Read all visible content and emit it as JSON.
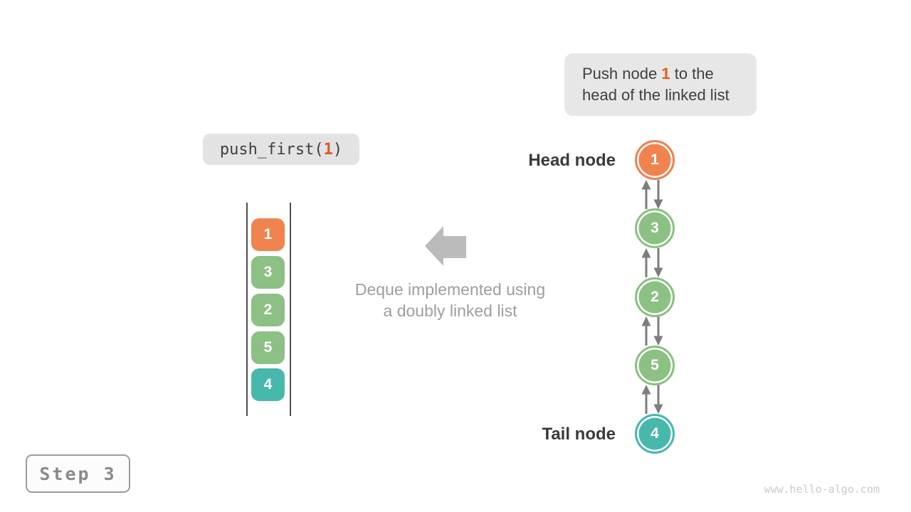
{
  "palette": {
    "orange": "#F0834E",
    "green": "#8CC084",
    "teal": "#49B8AC",
    "highlight_orange": "#E8571E",
    "arrow_gray": "#7D7D7D",
    "big_arrow_gray": "#BBBBBB"
  },
  "callout": {
    "line1_before": "Push node",
    "line1_num": "1",
    "line1_after": "to the",
    "line2": "head of the linked list"
  },
  "code": {
    "before": "push_first(",
    "arg": "1",
    "after": ")"
  },
  "stack": {
    "items": [
      {
        "value": "1",
        "color": "orange"
      },
      {
        "value": "3",
        "color": "green"
      },
      {
        "value": "2",
        "color": "green"
      },
      {
        "value": "5",
        "color": "green"
      },
      {
        "value": "4",
        "color": "teal"
      }
    ]
  },
  "caption": {
    "line1": "Deque implemented using",
    "line2": "a doubly linked list"
  },
  "list": {
    "head_label": "Head node",
    "tail_label": "Tail node",
    "nodes": [
      {
        "value": "1",
        "color": "orange"
      },
      {
        "value": "3",
        "color": "green"
      },
      {
        "value": "2",
        "color": "green"
      },
      {
        "value": "5",
        "color": "green"
      },
      {
        "value": "4",
        "color": "teal"
      }
    ]
  },
  "step": {
    "label": "Step 3"
  },
  "footer": {
    "watermark": "www.hello-algo.com"
  }
}
